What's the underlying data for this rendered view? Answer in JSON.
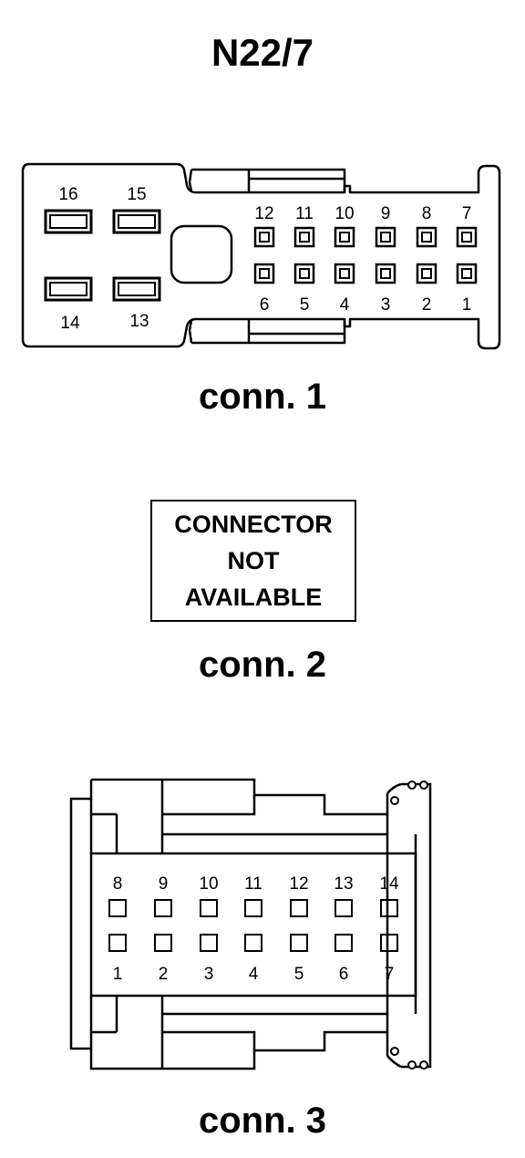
{
  "title": "N22/7",
  "connectors": [
    {
      "label": "conn. 1",
      "large_pins": [
        {
          "number": "16"
        },
        {
          "number": "15"
        },
        {
          "number": "14"
        },
        {
          "number": "13"
        }
      ],
      "top_row_pins": [
        "12",
        "11",
        "10",
        "9",
        "8",
        "7"
      ],
      "bottom_row_pins": [
        "6",
        "5",
        "4",
        "3",
        "2",
        "1"
      ]
    },
    {
      "label": "conn. 2",
      "placeholder_lines": [
        "CONNECTOR",
        "NOT",
        "AVAILABLE"
      ]
    },
    {
      "label": "conn. 3",
      "top_row_pins": [
        "8",
        "9",
        "10",
        "11",
        "12",
        "13",
        "14"
      ],
      "bottom_row_pins": [
        "1",
        "2",
        "3",
        "4",
        "5",
        "6",
        "7"
      ]
    }
  ]
}
